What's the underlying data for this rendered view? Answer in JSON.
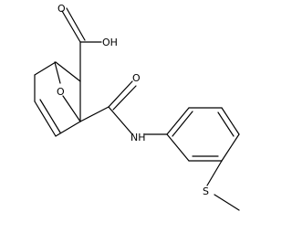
{
  "molecule": {
    "labels": {
      "hydroxyl": "OH",
      "carbonyl_acid": "O",
      "carbonyl_amide": "O",
      "bridge_oxygen": "O",
      "amide_nh": "NH",
      "thioether_s": "S"
    }
  }
}
